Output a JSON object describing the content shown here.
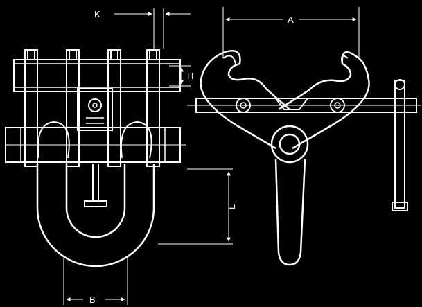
{
  "diagram": {
    "background": "#000000",
    "stroke": "#ffffff",
    "labels": {
      "k": "K",
      "a": "A",
      "h": "H",
      "l": "L",
      "b": "B"
    }
  }
}
